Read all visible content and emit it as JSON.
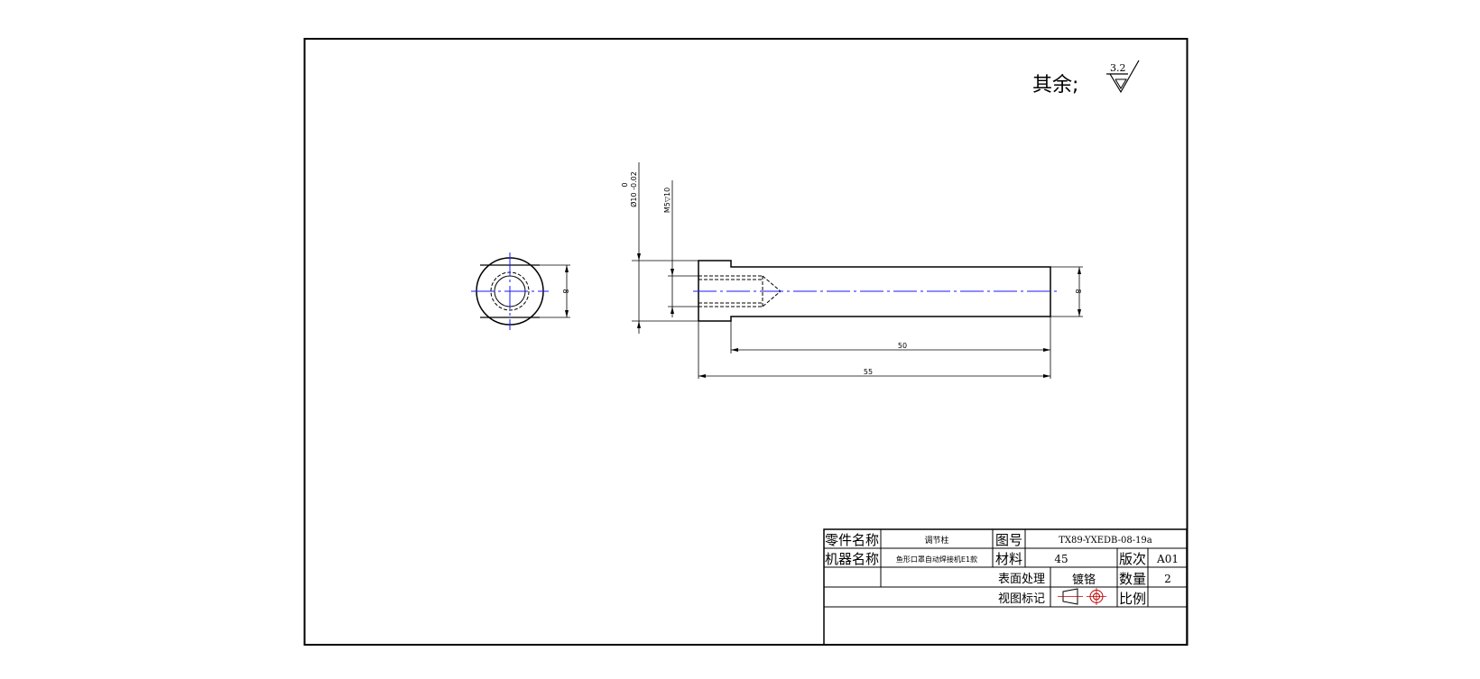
{
  "roughness": {
    "prefix": "其余;",
    "value": "3.2"
  },
  "dimensions": {
    "shaft_tolerance": {
      "upper": "0",
      "main": "Ø10 -0.02"
    },
    "thread": "M5▽10",
    "end_view_dia": "8",
    "side_dia": "8",
    "length_50": "50",
    "length_55": "55"
  },
  "title_block": {
    "part_name_label": "零件名称",
    "part_name_value": "调节柱",
    "drawing_no_label": "图号",
    "drawing_no_value": "TX89-YXEDB-08-19a",
    "machine_name_label": "机器名称",
    "machine_name_value": "鱼形口罩自动焊接机E1款",
    "material_label": "材料",
    "material_value": "45",
    "version_label": "版次",
    "version_value": "A01",
    "surface_label": "表面处理",
    "surface_value": "镀铬",
    "quantity_label": "数量",
    "quantity_value": "2",
    "view_label": "视图标记",
    "scale_label": "比例",
    "scale_value": ""
  },
  "icons": {
    "roughness_symbol": "surface-roughness-icon",
    "projection_symbol": "first-angle-projection-icon"
  }
}
